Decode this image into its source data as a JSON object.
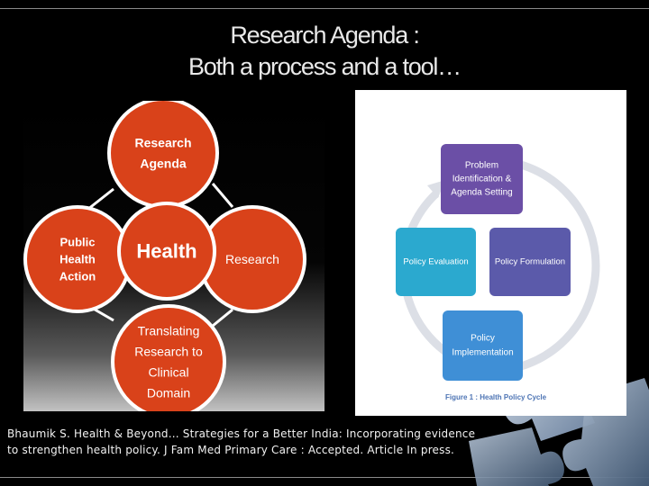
{
  "slide": {
    "title_line1": "Research Agenda :",
    "title_line2": "Both a process and a tool…",
    "citation_line1": "Bhaumik S. Health & Beyond... Strategies for a Better India: Incorporating evidence",
    "citation_line2": "to strengthen health policy. J Fam Med Primary Care : Accepted. Article In press."
  },
  "left_diagram": {
    "circle_color": "#d9421a",
    "outline_color": "#ffffff",
    "center": [
      "Health"
    ],
    "top": [
      "Research",
      "Agenda"
    ],
    "left": [
      "Public",
      "Health",
      "Action"
    ],
    "right": [
      "Research"
    ],
    "bottom": [
      "Translating",
      "Research to",
      "Clinical",
      "Domain"
    ]
  },
  "right_diagram": {
    "top": {
      "lines": [
        "Problem",
        "Identification &",
        "Agenda Setting"
      ],
      "color": "#6b4fa6"
    },
    "left": {
      "lines": [
        "Policy Evaluation"
      ],
      "color": "#2ba9cf"
    },
    "right": {
      "lines": [
        "Policy Formulation"
      ],
      "color": "#5b5aaa"
    },
    "bottom": {
      "lines": [
        "Policy",
        "Implementation"
      ],
      "color": "#3f8fd6"
    },
    "caption": "Figure 1 : Health Policy Cycle",
    "arrow_color": "#dcdfe6"
  }
}
